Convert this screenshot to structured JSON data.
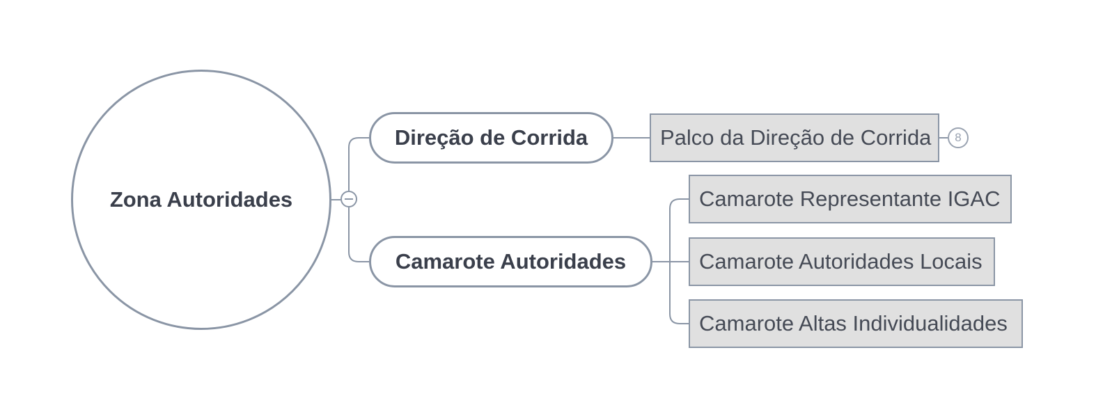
{
  "central_topic": {
    "label": "Zona Autoridades"
  },
  "main_topics": [
    {
      "label": "Direção de Corrida",
      "subtopics": [
        {
          "label": "Palco da Direção de Corrida",
          "collapsed_children_count": "8"
        }
      ]
    },
    {
      "label": "Camarote Autoridades",
      "subtopics": [
        {
          "label": "Camarote Representante IGAC"
        },
        {
          "label": "Camarote Autoridades Locais"
        },
        {
          "label": "Camarote Altas Individualidades"
        }
      ]
    }
  ],
  "colors": {
    "border": "#8a95a5",
    "text": "#3a3f4b",
    "subtopic_fill": "#e0e0e0",
    "background": "#ffffff"
  },
  "icons": {
    "collapse": "minus-circle-icon"
  }
}
